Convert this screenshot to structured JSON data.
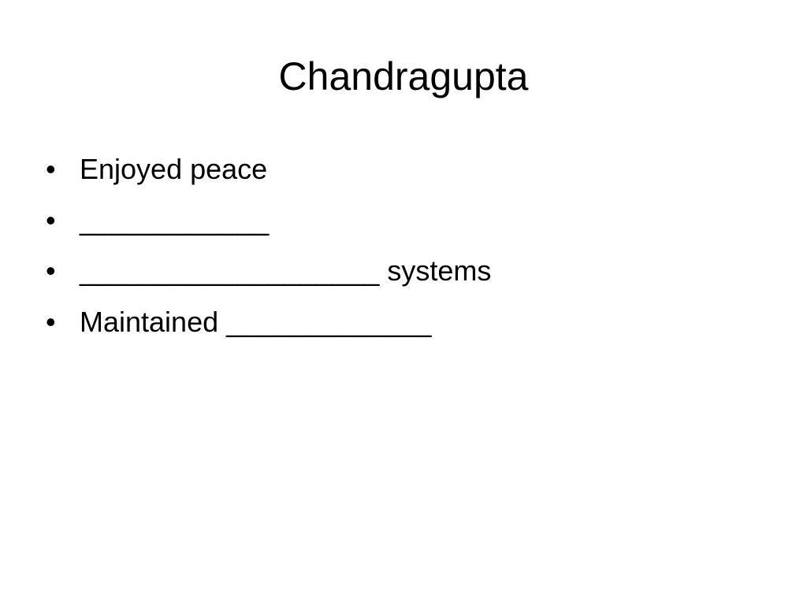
{
  "slide": {
    "title": "Chandragupta",
    "bullet_symbol": "•",
    "bullets": [
      "Enjoyed peace",
      "____________",
      "___________________ systems",
      "Maintained _____________"
    ]
  }
}
